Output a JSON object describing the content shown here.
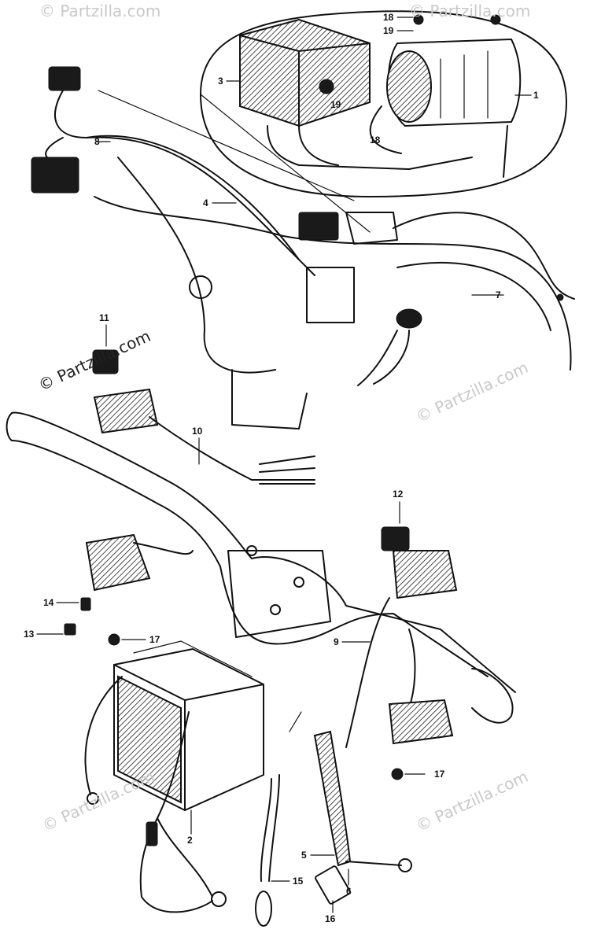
{
  "watermark": "© Partzilla.com",
  "callouts": {
    "n1": "1",
    "n2": "2",
    "n3": "3",
    "n4": "4",
    "n5": "5",
    "n6": "6",
    "n7": "7",
    "n8": "8",
    "n9": "9",
    "n10": "10",
    "n11": "11",
    "n12": "12",
    "n13": "13",
    "n14": "14",
    "n15": "15",
    "n16": "16",
    "n17a": "17",
    "n17b": "17",
    "n18a": "18",
    "n18b": "18",
    "n19a": "19",
    "n19b": "19"
  }
}
